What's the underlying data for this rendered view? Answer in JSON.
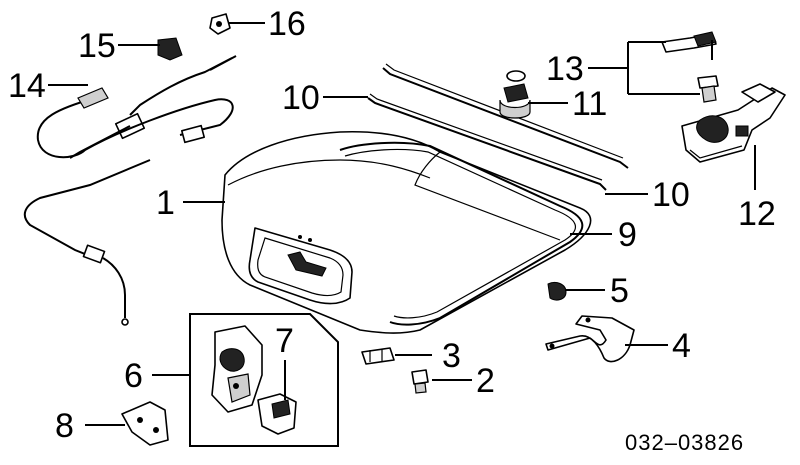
{
  "diagram": {
    "part_code": "032–03826",
    "callouts": [
      {
        "id": "1",
        "label": "1"
      },
      {
        "id": "2",
        "label": "2"
      },
      {
        "id": "3",
        "label": "3"
      },
      {
        "id": "4",
        "label": "4"
      },
      {
        "id": "5",
        "label": "5"
      },
      {
        "id": "6",
        "label": "6"
      },
      {
        "id": "7",
        "label": "7"
      },
      {
        "id": "8",
        "label": "8"
      },
      {
        "id": "9",
        "label": "9"
      },
      {
        "id": "10a",
        "label": "10"
      },
      {
        "id": "10b",
        "label": "10"
      },
      {
        "id": "11",
        "label": "11"
      },
      {
        "id": "12",
        "label": "12"
      },
      {
        "id": "13",
        "label": "13"
      },
      {
        "id": "14",
        "label": "14"
      },
      {
        "id": "15",
        "label": "15"
      },
      {
        "id": "16",
        "label": "16"
      }
    ]
  }
}
